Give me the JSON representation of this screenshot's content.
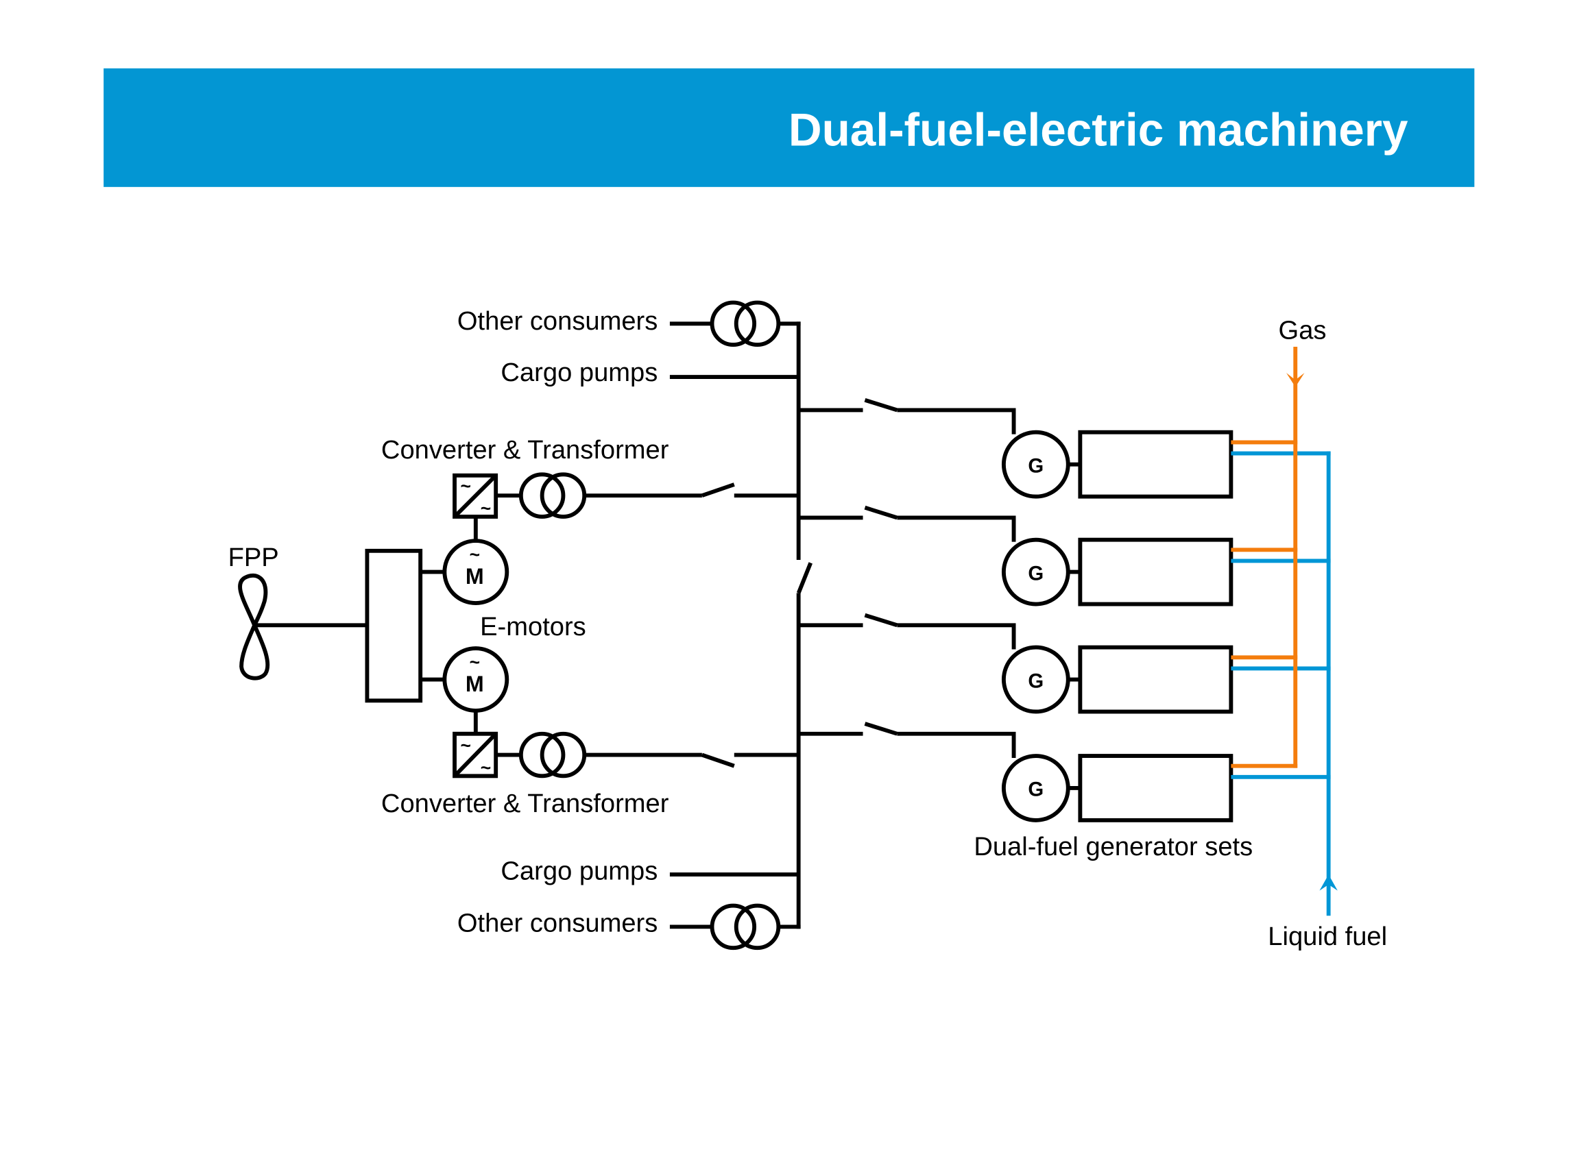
{
  "header": {
    "title": "Dual-fuel-electric machinery",
    "bar_color": "#0396d3"
  },
  "colors": {
    "gas": "#f47d0d",
    "liquid_fuel": "#0096d6",
    "lines": "#000000"
  },
  "labels": {
    "other_consumers_top": "Other consumers",
    "cargo_pumps_top": "Cargo pumps",
    "converter_transformer_top": "Converter & Transformer",
    "fpp": "FPP",
    "e_motors": "E-motors",
    "converter_transformer_bottom": "Converter & Transformer",
    "cargo_pumps_bottom": "Cargo pumps",
    "other_consumers_bottom": "Other consumers",
    "gas": "Gas",
    "generator_sets": "Dual-fuel generator sets",
    "liquid_fuel": "Liquid fuel"
  },
  "symbols": {
    "generator": "G",
    "motor": "M",
    "ac": "~"
  },
  "generators": [
    {
      "name": "generator-set-1",
      "symbol": "G"
    },
    {
      "name": "generator-set-2",
      "symbol": "G"
    },
    {
      "name": "generator-set-3",
      "symbol": "G"
    },
    {
      "name": "generator-set-4",
      "symbol": "G"
    }
  ],
  "motors": [
    {
      "name": "e-motor-1",
      "symbol": "M"
    },
    {
      "name": "e-motor-2",
      "symbol": "M"
    }
  ]
}
